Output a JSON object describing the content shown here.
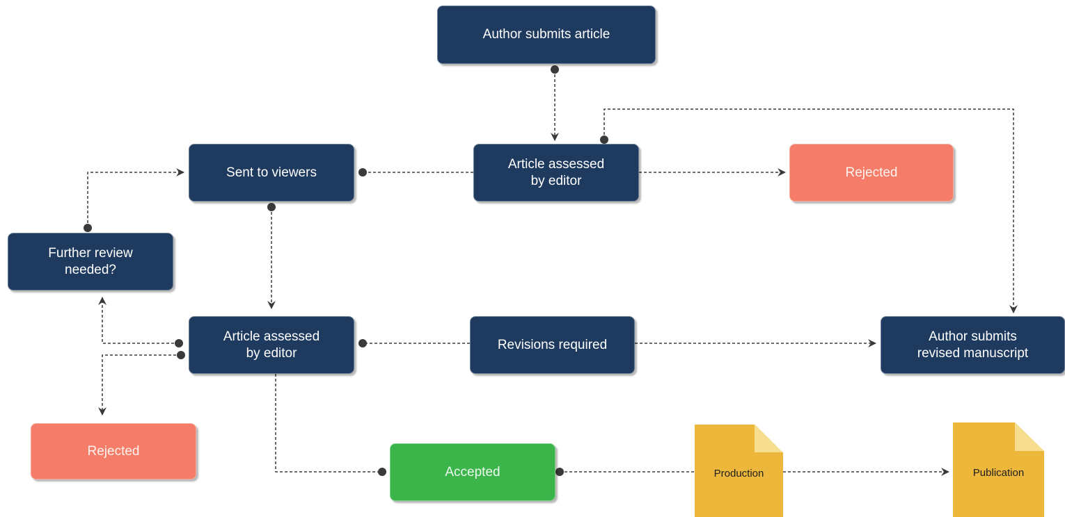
{
  "nodes": {
    "author_submits": "Author submits article",
    "assessed_top": "Article assessed\nby editor",
    "rejected_top": "Rejected",
    "sent_to_viewers": "Sent to viewers",
    "further_review": "Further review\nneeded?",
    "assessed_mid": "Article assessed\nby editor",
    "revisions": "Revisions  required",
    "revised_manuscript": "Author submits\nrevised  manuscript",
    "rejected_bottom": "Rejected",
    "accepted": "Accepted",
    "production": "Production",
    "publication": "Publication"
  },
  "colors": {
    "process": "#1e3a5f",
    "rejected": "#f47c68",
    "accepted": "#3bb54a",
    "document": "#ecb73a",
    "connector": "#3a3a3a"
  }
}
